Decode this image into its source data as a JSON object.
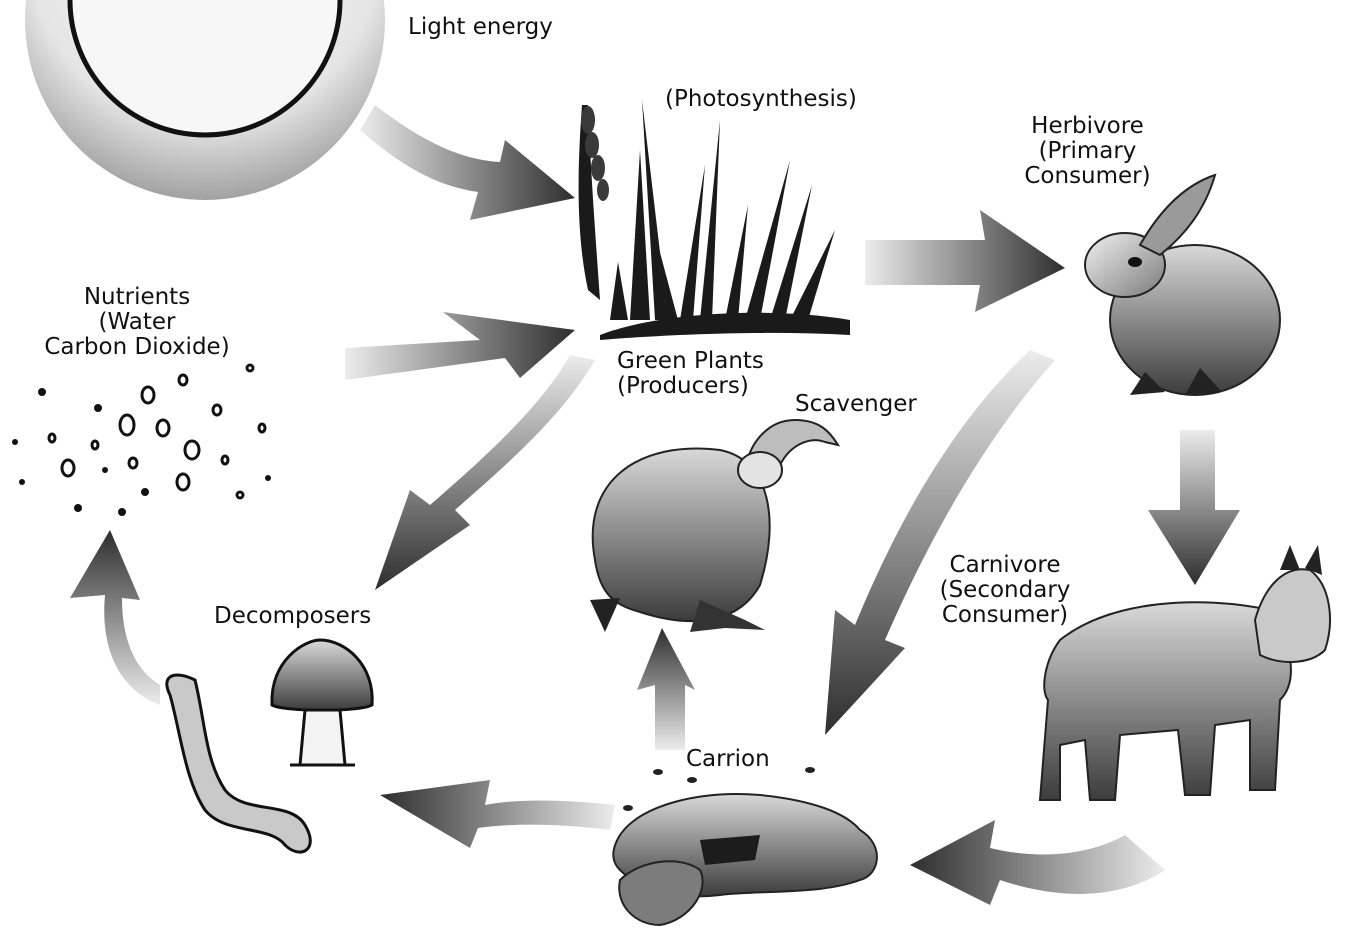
{
  "labels": {
    "light_energy": "Light energy",
    "photosynthesis": "(Photosynthesis)",
    "herbivore": [
      "Herbivore",
      "(Primary",
      "Consumer)"
    ],
    "nutrients": [
      "Nutrients",
      "(Water",
      "Carbon Dioxide)"
    ],
    "green_plants": [
      "Green Plants",
      "(Producers)"
    ],
    "scavenger": "Scavenger",
    "carnivore": [
      "Carnivore",
      "(Secondary",
      "Consumer)"
    ],
    "decomposers": "Decomposers",
    "carrion": "Carrion"
  },
  "colors": {
    "ink": "#111111",
    "arrow_dark": "#3a3a3a",
    "arrow_light": "#e6e6e6",
    "fill_mid": "#8a8a8a"
  }
}
